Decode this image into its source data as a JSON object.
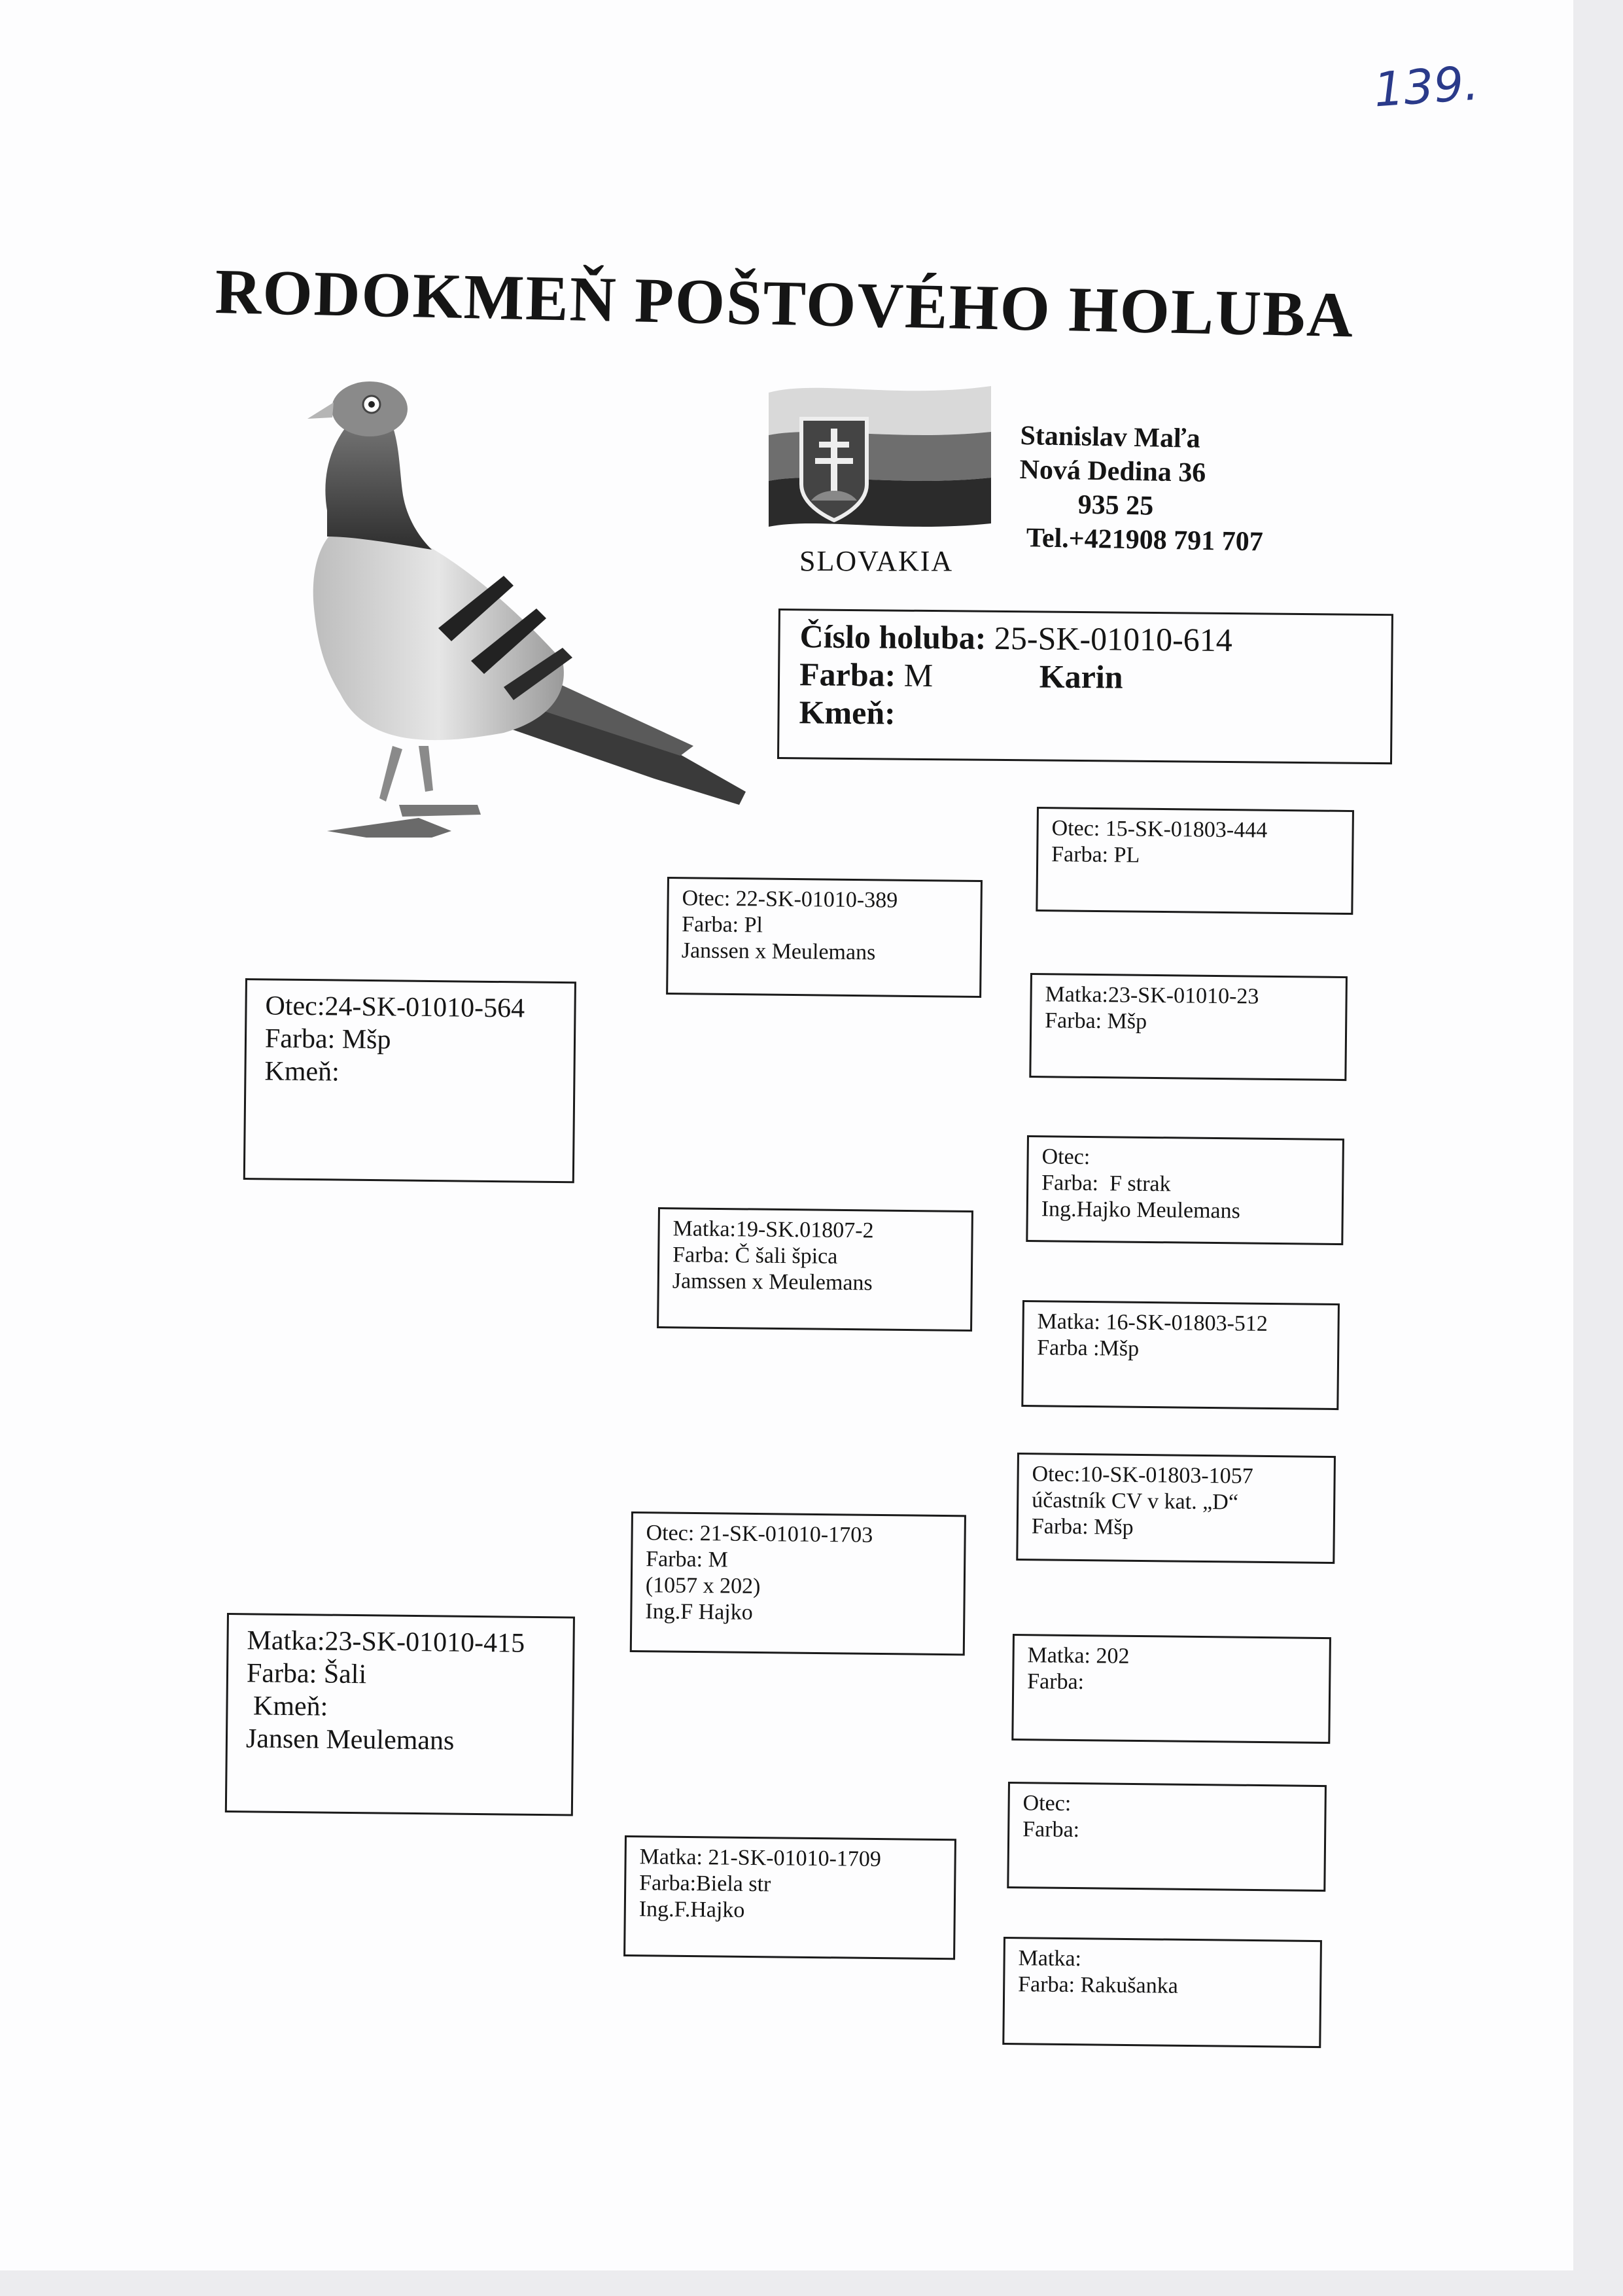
{
  "page_number": "139.",
  "title": "RODOKMEŇ POŠTOVÉHO HOLUBA",
  "country": "SLOVAKIA",
  "owner": {
    "name": "Stanislav Maľa",
    "street": "Nová Dedina 36",
    "zip": "935 25",
    "tel": "Tel.+421908 791 707"
  },
  "bird": {
    "number_label": "Číslo holuba:",
    "number": "25-SK-01010-614",
    "color_label": "Farba:",
    "color": "M",
    "name": "Karin",
    "breed_label": "Kmeň:"
  },
  "parents": {
    "father": {
      "line1": "Otec:24-SK-01010-564",
      "line2": "Farba: Mšp",
      "line3": "Kmeň:"
    },
    "mother": {
      "line1": "Matka:23-SK-01010-415",
      "line2": "Farba: Šali",
      "line3": " Kmeň:",
      "line4": "Jansen Meulemans"
    }
  },
  "grandparents": {
    "ff": {
      "line1": "Otec: 22-SK-01010-389",
      "line2": "Farba: Pl",
      "line3": "Janssen x Meulemans"
    },
    "fm": {
      "line1": "Matka:19-SK.01807-2",
      "line2": "Farba: Č šali špica",
      "line3": "Jamssen x Meulemans"
    },
    "mf": {
      "line1": "Otec: 21-SK-01010-1703",
      "line2": "Farba: M",
      "line3": "(1057 x 202)",
      "line4": "Ing.F Hajko"
    },
    "mm": {
      "line1": "Matka: 21-SK-01010-1709",
      "line2": "Farba:Biela str",
      "line3": "Ing.F.Hajko"
    }
  },
  "great_grandparents": {
    "fff": {
      "line1": "Otec: 15-SK-01803-444",
      "line2": "Farba: PL"
    },
    "ffm": {
      "line1": "Matka:23-SK-01010-23",
      "line2": "Farba: Mšp"
    },
    "fmf": {
      "line1": "Otec:",
      "line2": "Farba:  F strak",
      "line3": "Ing.Hajko Meulemans"
    },
    "fmm": {
      "line1": "Matka: 16-SK-01803-512",
      "line2": "Farba :Mšp"
    },
    "mff": {
      "line1": "Otec:10-SK-01803-1057",
      "line2": "účastník CV v kat. „D“",
      "line3": "Farba: Mšp"
    },
    "mfm": {
      "line1": "Matka: 202",
      "line2": "Farba:"
    },
    "mmf": {
      "line1": "Otec:",
      "line2": "Farba:"
    },
    "mmm": {
      "line1": "Matka:",
      "line2": "Farba: Rakušanka"
    }
  }
}
